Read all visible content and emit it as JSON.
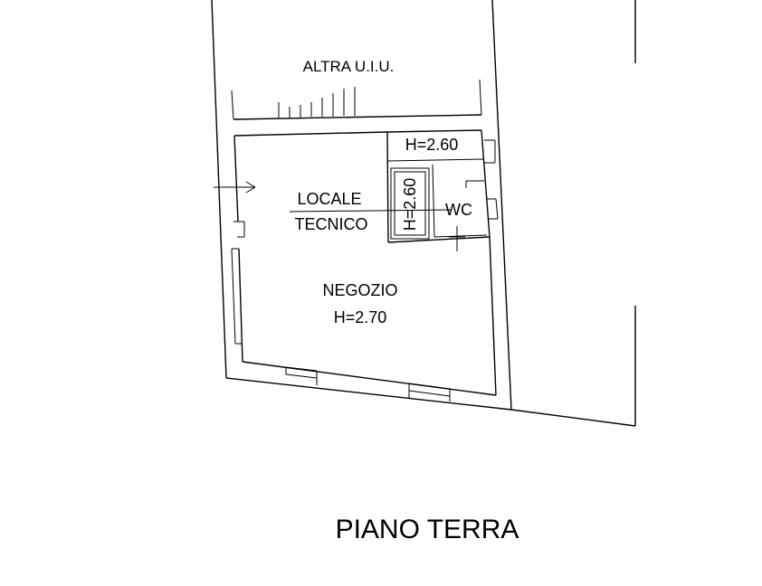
{
  "plan": {
    "labels": {
      "altra_uiu": "ALTRA U.I.U.",
      "bathroom_height": "H=2.60",
      "local_tecnico_line1": "LOCALE",
      "local_tecnico_line2": "TECNICO",
      "tecnico_height": "H=2.60",
      "wc": "WC",
      "negozio": "NEGOZIO",
      "negozio_height": "H=2.70"
    },
    "title": "PIANO TERRA"
  }
}
